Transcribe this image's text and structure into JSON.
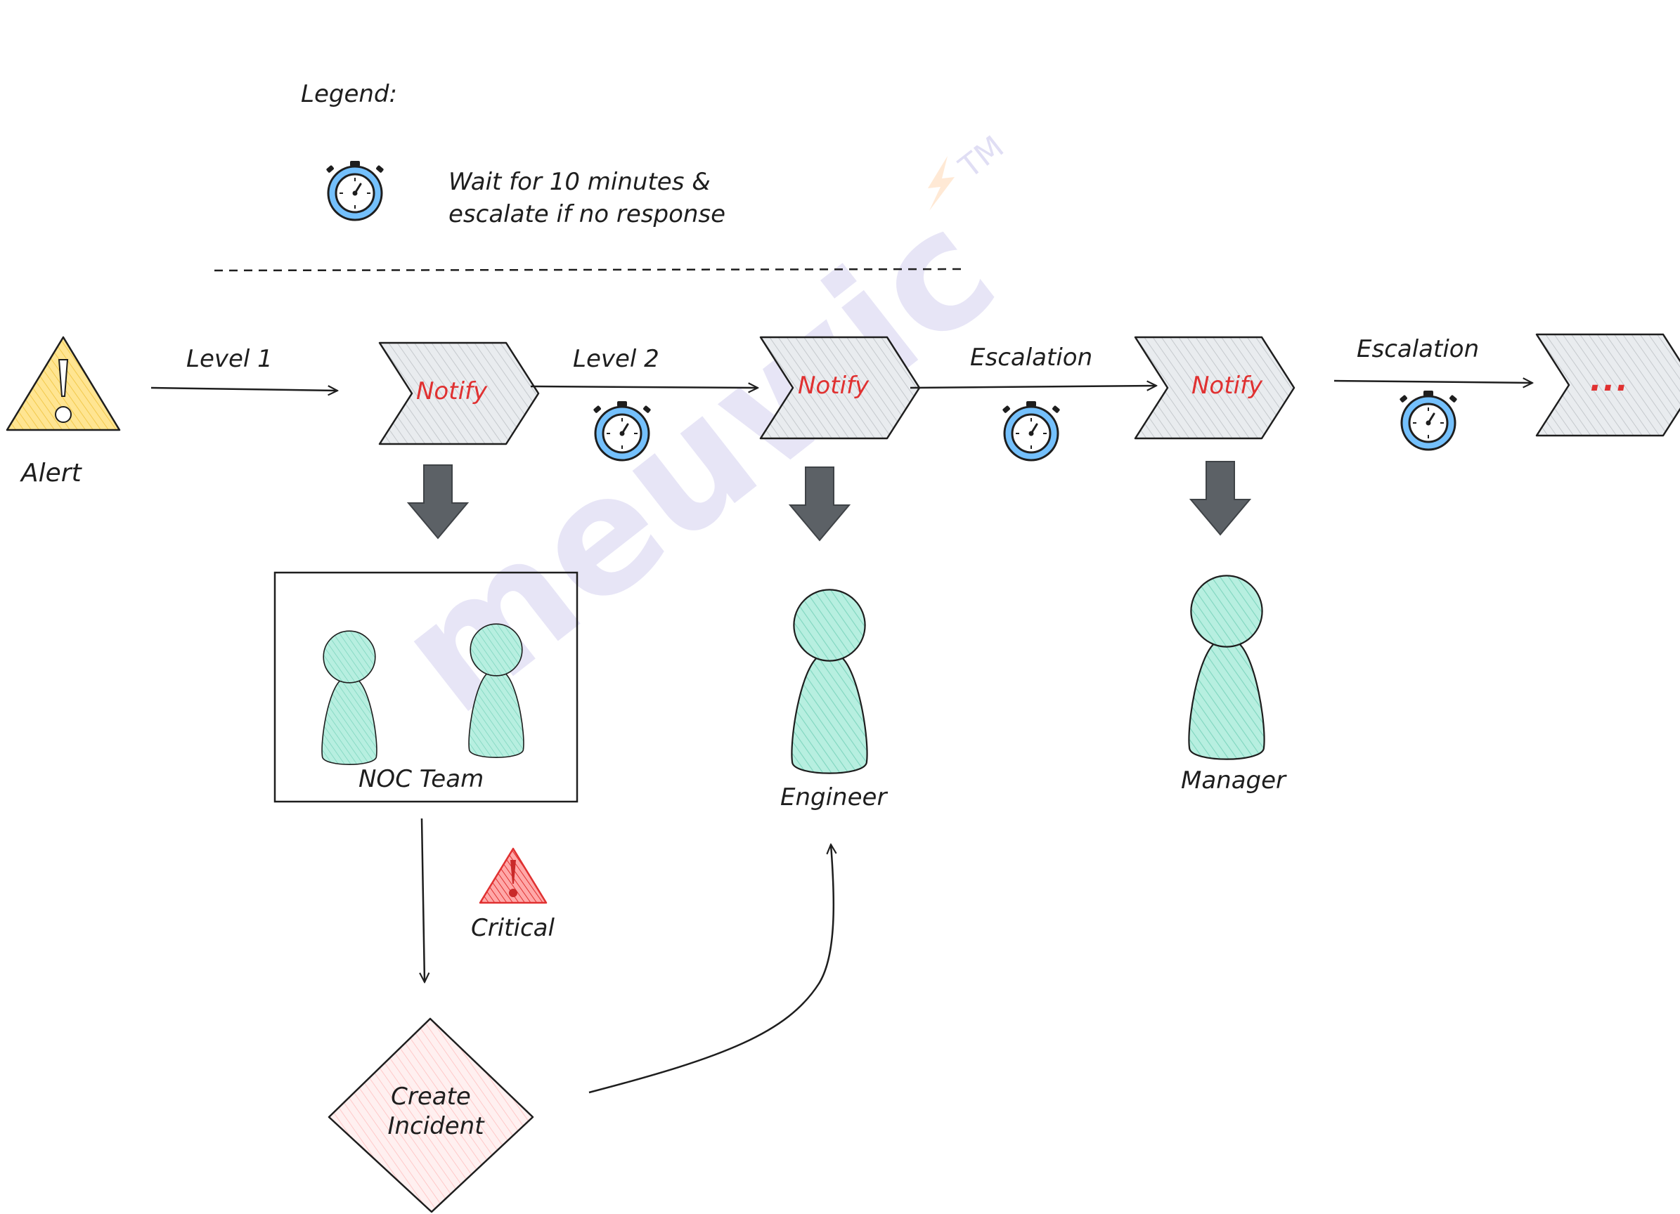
{
  "legend": {
    "title": "Legend:",
    "timer_text_line1": "Wait for 10 minutes &",
    "timer_text_line2": "escalate if no response"
  },
  "alert": {
    "label": "Alert",
    "color": "#ffd966"
  },
  "steps": {
    "level1": "Level 1",
    "level2": "Level 2",
    "escalation1": "Escalation",
    "escalation2": "Escalation",
    "notify": "Notify",
    "more": "..."
  },
  "recipients": {
    "noc_team": "NOC Team",
    "engineer": "Engineer",
    "manager": "Manager"
  },
  "critical": {
    "label": "Critical",
    "color": "#e03131"
  },
  "incident": {
    "line1": "Create",
    "line2": "Incident",
    "fill": "#ffe3e3"
  },
  "watermark": {
    "text": "meuwic",
    "tm": "TM"
  },
  "colors": {
    "person": "#96f2d7",
    "timer": "#74c0fc",
    "chevron": "#e9ecef",
    "down_arrow": "#5c6166",
    "notify_text": "#e03131"
  }
}
